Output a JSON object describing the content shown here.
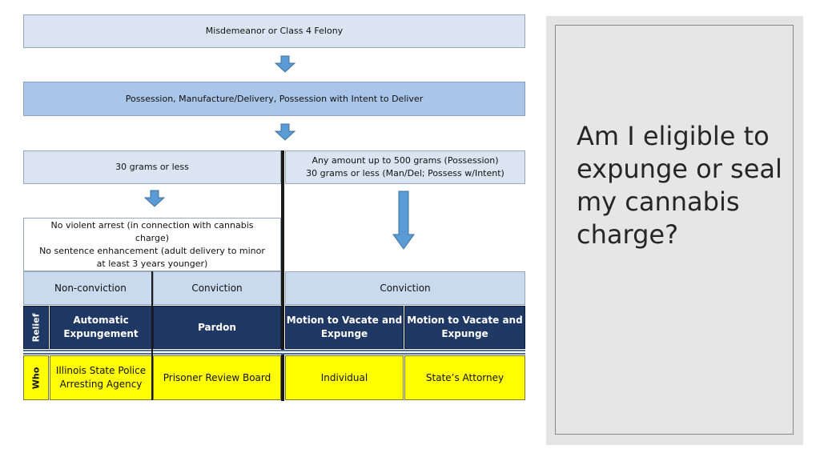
{
  "flow": {
    "offense": "Misdemeanor or Class 4 Felony",
    "activity": "Possession, Manufacture/Delivery, Possession with Intent to Deliver",
    "left_amount": "30 grams or less",
    "right_amount_line1": "Any amount up to 500 grams (Possession)",
    "right_amount_line2": "30 grams or less (Man/Del; Possess w/Intent)",
    "condition_line1": "No violent arrest (in connection with cannabis",
    "condition_line2": "charge)",
    "condition_line3": "No sentence enhancement (adult delivery to minor",
    "condition_line4": "at least 3 years younger)"
  },
  "table": {
    "headers": [
      "Non-conviction",
      "Conviction",
      "Conviction"
    ],
    "relief_label": "Relief",
    "relief": [
      "Automatic Expungement",
      "Pardon",
      "Motion to Vacate and Expunge",
      "Motion to Vacate and Expunge"
    ],
    "who_label": "Who",
    "who_col1_line1": "Illinois State Police",
    "who_col1_line2": "Arresting Agency",
    "who": [
      "Prisoner Review Board",
      "Individual",
      "State’s Attorney"
    ]
  },
  "panel": {
    "question": "Am I eligible to expunge or seal my cannabis charge?"
  },
  "colors": {
    "navy": "#1f3864",
    "yellow": "#ffff00",
    "arrow_blue": "#5b9bd5"
  }
}
